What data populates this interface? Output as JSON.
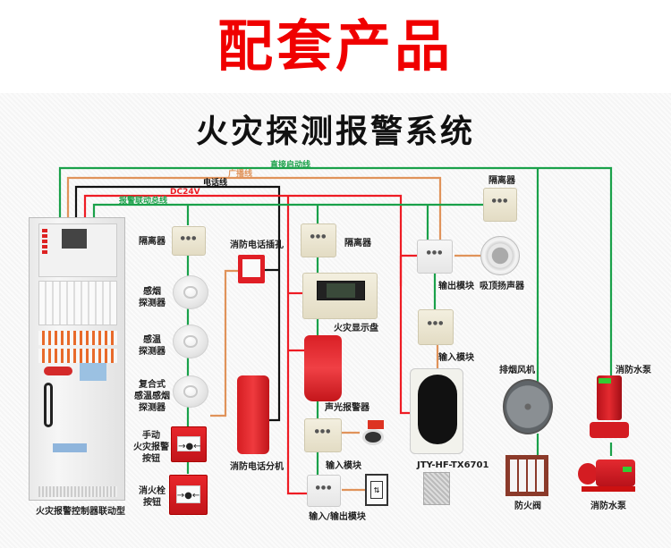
{
  "header": {
    "title": "配套产品"
  },
  "diagram": {
    "title": "火灾探测报警系统",
    "wires": [
      {
        "name": "直接启动线",
        "color": "#1aa14a"
      },
      {
        "name": "广播线",
        "color": "#e0935a"
      },
      {
        "name": "电话线",
        "color": "#111111"
      },
      {
        "name": "DC24V",
        "color": "#ee1c24"
      },
      {
        "name": "报警联动总线",
        "color": "#1aa14a"
      }
    ],
    "devices": {
      "controller": "火灾报警控制器联动型",
      "isolator_1": "隔离器",
      "smoke_detector": "感烟\n探测器",
      "heat_detector": "感温\n探测器",
      "combo_detector": "复合式\n感温感烟\n探测器",
      "manual_alarm": "手动\n火灾报警\n按钮",
      "hydrant_button": "消火栓\n按钮",
      "phone_jack": "消防电话插孔",
      "phone_extension": "消防电话分机",
      "isolator_2": "隔离器",
      "display_panel": "火灾显示盘",
      "sound_light_alarm": "声光报警器",
      "input_module_1": "输入模块",
      "io_module": "输入/输出模块",
      "output_module": "输出模块",
      "ceiling_speaker": "吸顶扬声器",
      "isolator_3": "隔离器",
      "input_module_2": "输入模块",
      "beam_detector": "JTY-HF-TX6701",
      "smoke_fan": "排烟风机",
      "fire_damper": "防火阀",
      "fire_pump_1": "消防水泵",
      "fire_pump_2": "消防水泵"
    },
    "panel_texts": {
      "manual_face": "→●←",
      "hydrant_face": "→●←"
    }
  }
}
